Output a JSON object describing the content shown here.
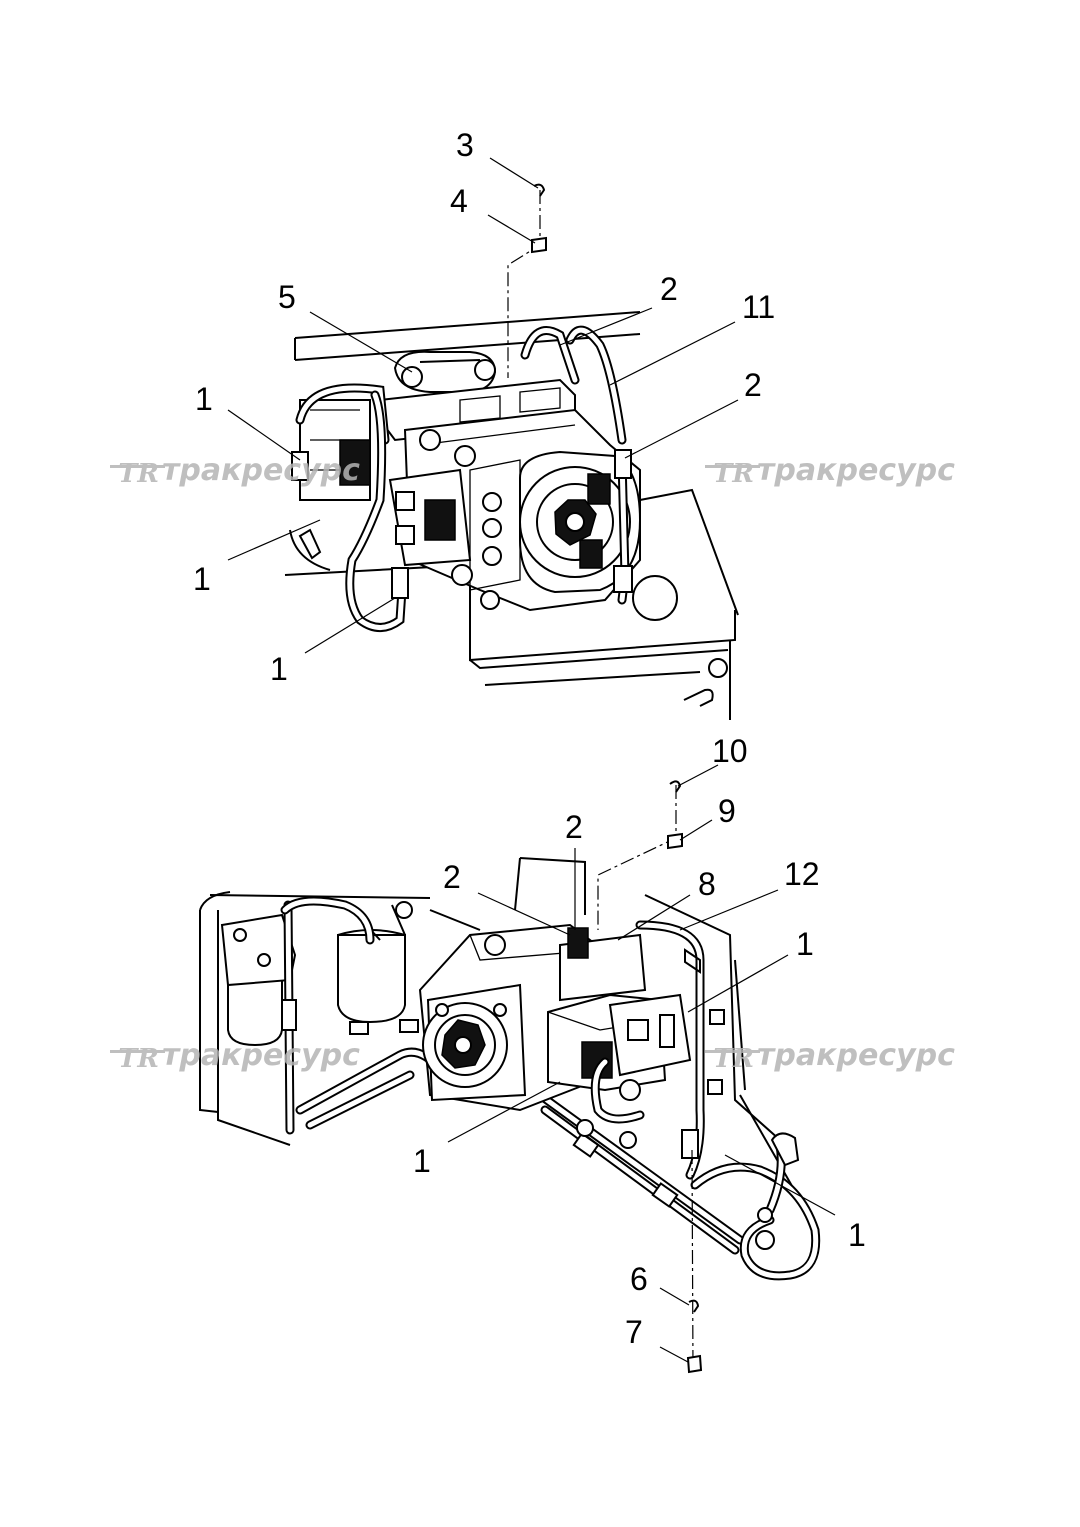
{
  "watermark": {
    "logo": "TR",
    "text": "тракресурс"
  },
  "callouts_upper": [
    "3",
    "4",
    "5",
    "2",
    "11",
    "2",
    "1",
    "1",
    "1"
  ],
  "callouts_lower": [
    "10",
    "9",
    "2",
    "2",
    "8",
    "12",
    "1",
    "1",
    "1",
    "6",
    "7"
  ]
}
